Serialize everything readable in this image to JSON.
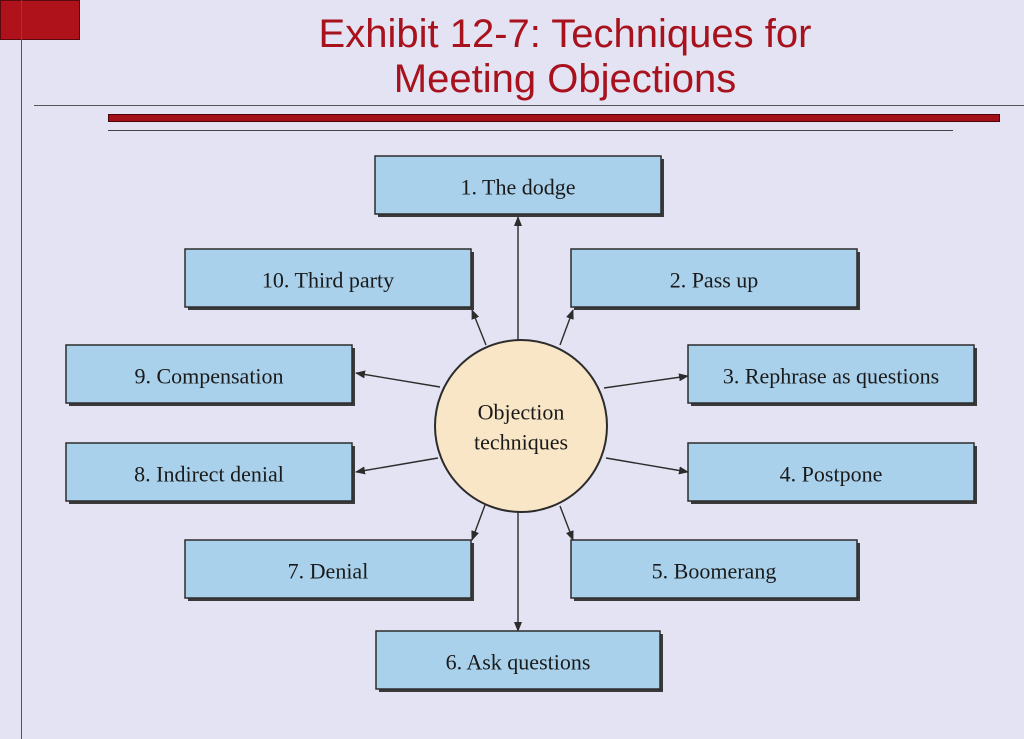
{
  "slide": {
    "title_line1": "Exhibit 12-7: Techniques for",
    "title_line2": "Meeting Objections"
  },
  "diagram": {
    "center_line1": "Objection",
    "center_line2": "techniques",
    "techniques": [
      "1. The dodge",
      "2. Pass up",
      "3. Rephrase as questions",
      "4. Postpone",
      "5. Boomerang",
      "6. Ask questions",
      "7. Denial",
      "8. Indirect denial",
      "9. Compensation",
      "10. Third party"
    ]
  }
}
